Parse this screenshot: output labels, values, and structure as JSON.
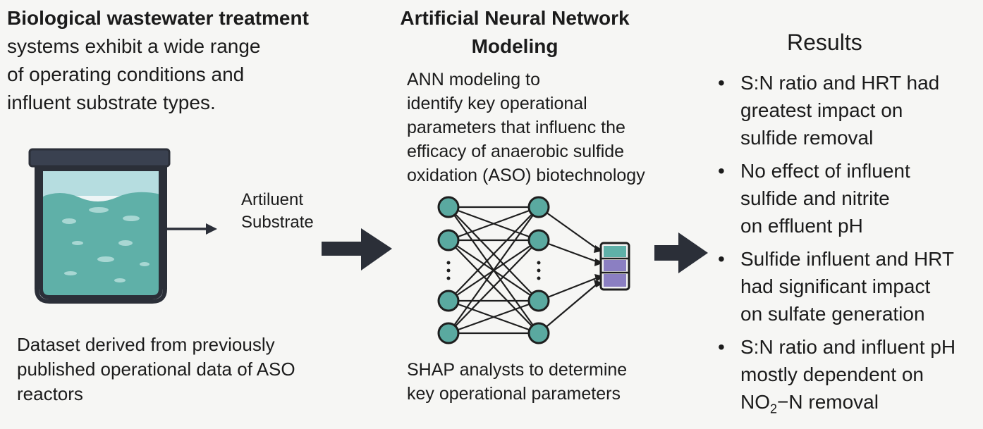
{
  "intro": {
    "line1": "Biological wastewater treatment",
    "line2": "systems exhibit a wide range",
    "line3": "of operating conditions and",
    "line4": "influent substrate types."
  },
  "artiluent": {
    "line1": "Artiluent",
    "line2": "Substrate"
  },
  "dataset": {
    "line1": "Dataset derived from previously",
    "line2": "published operational data of ASO",
    "line3": "reactors"
  },
  "ann": {
    "title_line1": "Artificial Neural Network",
    "title_line2": "Modeling",
    "desc_line1": "ANN modeling to",
    "desc_line2": "identify key operational",
    "desc_line3": "parameters that influenc the",
    "desc_line4": "efficacy of anaerobic sulfide",
    "desc_line5": "oxidation (ASO) biotechnology",
    "shap_line1": "SHAP analysts to determine",
    "shap_line2": "key operational parameters"
  },
  "results": {
    "title": "Results",
    "bullet": "•",
    "items": [
      {
        "lines": [
          "S:N ratio and HRT had",
          "greatest impact on",
          "sulfide removal"
        ]
      },
      {
        "lines": [
          "No effect of influent",
          "sulfide and nitrite",
          "on effluent pH"
        ]
      },
      {
        "lines": [
          "Sulfide influent and HRT",
          "had significant impact",
          "on sulfate generation"
        ]
      },
      {
        "lines": [
          "S:N ratio and influent pH",
          "mostly dependent on"
        ],
        "last_pre": "NO",
        "last_sub": "2",
        "last_post": "−N removal"
      }
    ]
  },
  "colors": {
    "teal": "#5fb0a8",
    "teal_light": "#b6dde0",
    "node_fill": "#5aa9a0",
    "purple": "#8b7fc2",
    "dark": "#2b2f38"
  },
  "icons": [
    "beaker-icon",
    "arrow-right-icon",
    "neural-network-icon",
    "output-layer-icon"
  ]
}
